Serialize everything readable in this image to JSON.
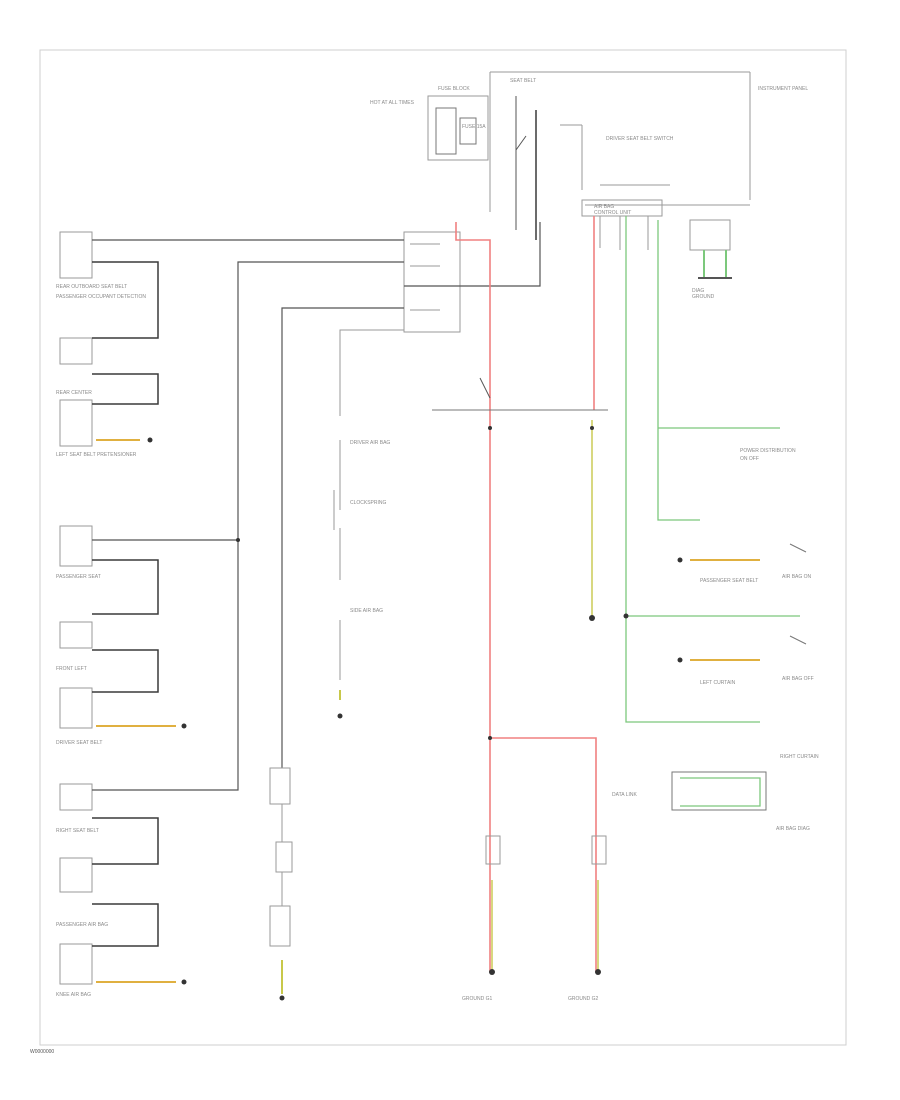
{
  "figure_id": "W0000000",
  "colors": {
    "wire_black": "#3a3a3a",
    "wire_gray": "#9a9a9a",
    "wire_red": "#f08080",
    "wire_green": "#7cc87c",
    "wire_yellow": "#c8c84a",
    "wire_orange": "#e0b040",
    "label": "#8a8a8a"
  },
  "labels": {
    "top": [
      "FUSE BLOCK",
      "HOT AT ALL TIMES",
      "FUSE 15A",
      "SEAT BELT",
      "INSTRUMENT PANEL",
      "DRIVER SEAT BELT SWITCH",
      "AIR BAG",
      "CONTROL UNIT",
      "DIAG",
      "GROUND"
    ],
    "left": [
      "REAR OUTBOARD SEAT BELT",
      "PASSENGER OCCUPANT DETECTION",
      "REAR CENTER",
      "LEFT SEAT BELT PRETENSIONER",
      "PASSENGER SEAT",
      "FRONT LEFT",
      "DRIVER SEAT BELT",
      "RIGHT SEAT BELT",
      "PASSENGER AIR BAG",
      "KNEE AIR BAG",
      "DRIVER AIR BAG",
      "CLOCKSPRING",
      "SIDE AIR BAG"
    ],
    "right": [
      "POWER DISTRIBUTION",
      "ON OFF",
      "PASSENGER SEAT BELT",
      "AIR BAG ON",
      "AIR BAG OFF",
      "LEFT CURTAIN",
      "RIGHT CURTAIN",
      "DATA LINK",
      "AIR BAG DIAG",
      "GROUND G1",
      "GROUND G2"
    ]
  }
}
